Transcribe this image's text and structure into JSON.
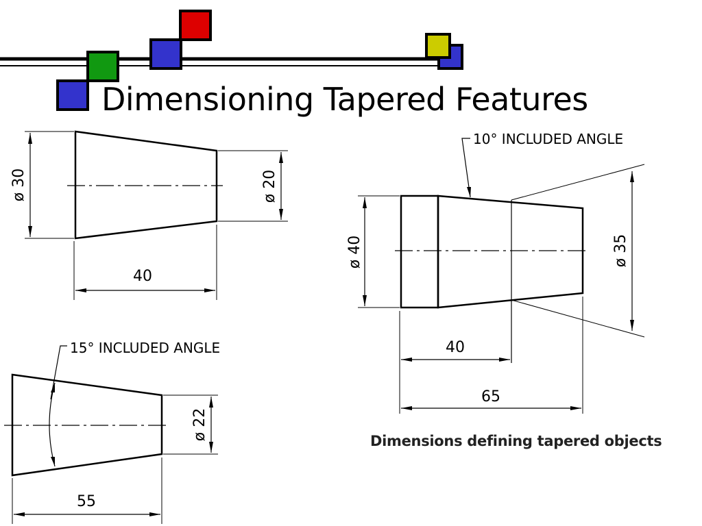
{
  "slide": {
    "title": "Dimensioning Tapered Features",
    "caption": "Dimensions defining tapered objects"
  },
  "figure_a": {
    "large_diameter": "ø 30",
    "small_diameter": "ø 20",
    "length": "40"
  },
  "figure_b": {
    "angle_note": "15° INCLUDED ANGLE",
    "diameter": "ø 22",
    "length": "55"
  },
  "figure_c": {
    "angle_note": "10° INCLUDED ANGLE",
    "large_diameter": "ø 40",
    "small_diameter": "ø 35",
    "partial_length": "40",
    "total_length": "65"
  },
  "colors": {
    "deco_green": "#119911",
    "deco_blue": "#3333cc",
    "deco_red": "#dd0000",
    "deco_yellow": "#cccc00"
  }
}
